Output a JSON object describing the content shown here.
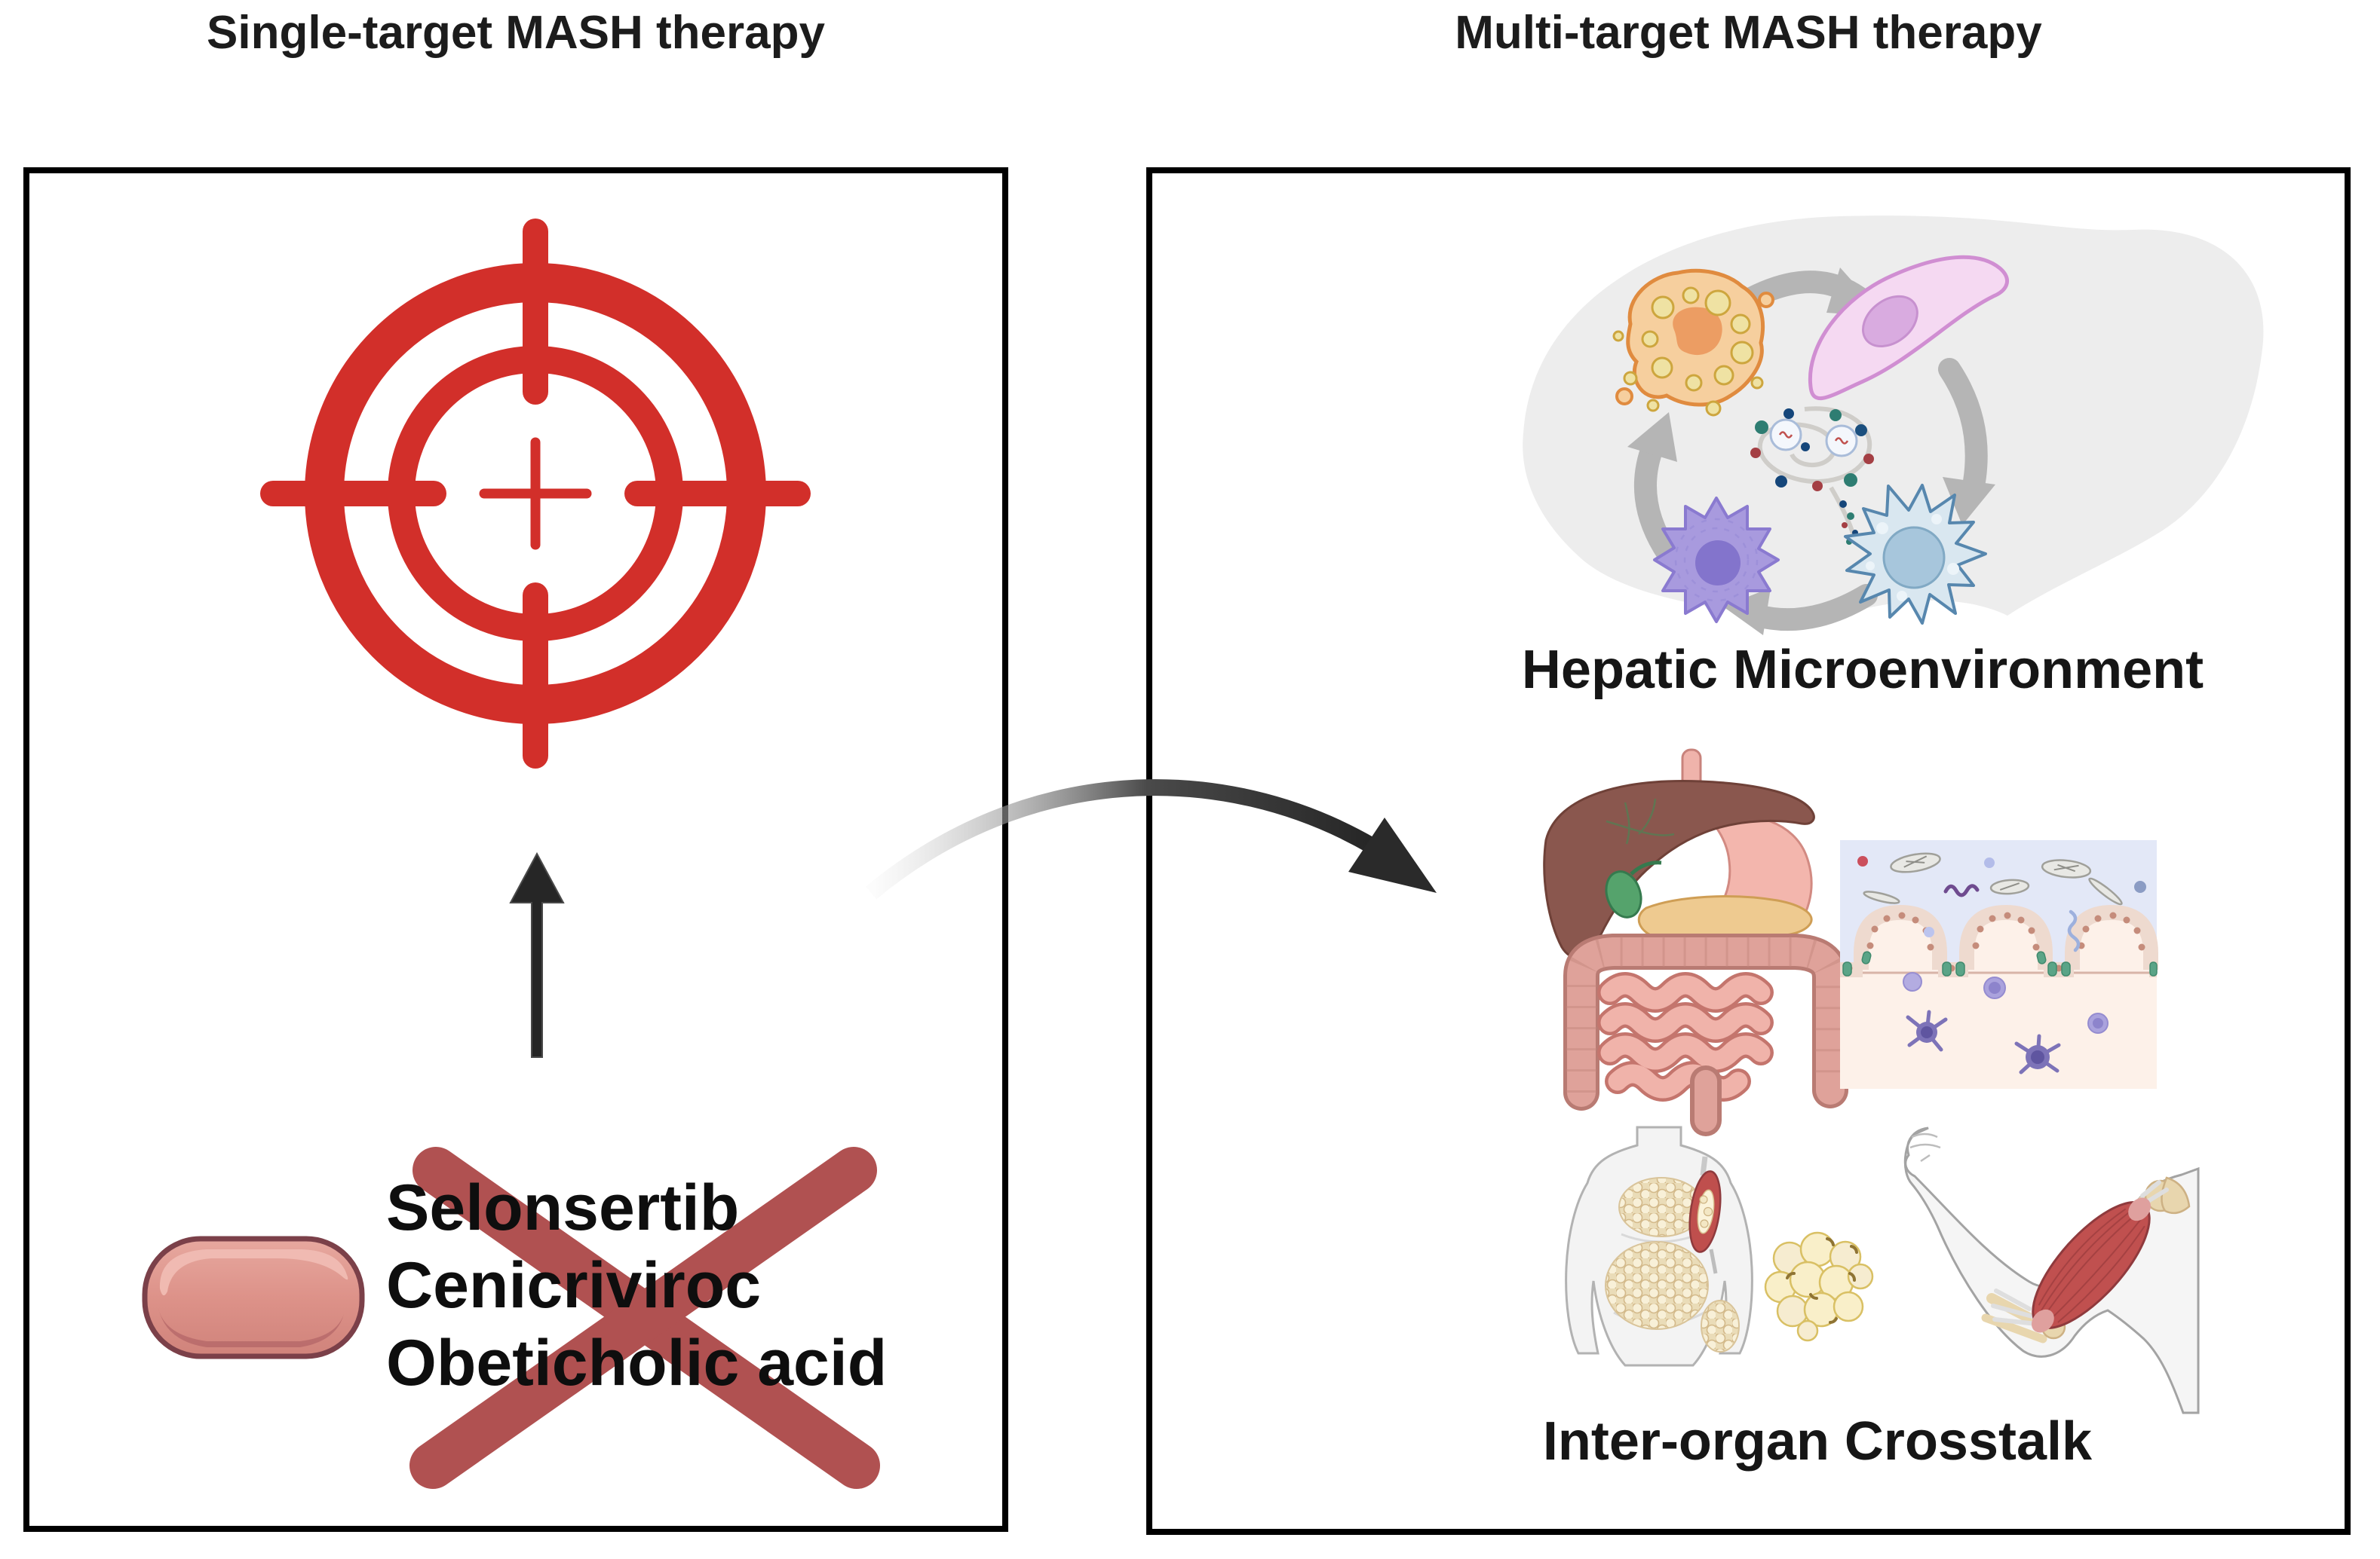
{
  "figure": {
    "left_panel": {
      "title": "Single-target MASH therapy",
      "drugs": [
        "Selonsertib",
        "Cenicriviroc",
        "Obeticholic acid"
      ]
    },
    "right_panel": {
      "title": "Multi-target MASH therapy",
      "hepatic_label": "Hepatic Microenvironment",
      "interorgan_label": "Inter-organ Crosstalk"
    }
  },
  "colors": {
    "panel_border": "#000000",
    "target_red": "#d22f2a",
    "cross_red": "#b05151",
    "arrow_dark": "#262626",
    "cycle_arrow_gray": "#b5b5b5",
    "liver_silhouette_gray": "#ededed",
    "pill_fill": "#dd9289",
    "pill_border": "#7b4049",
    "steatotic_hepatocyte_orange": "#f6cf9e",
    "stellate_cell_pink": "#f5d9f2",
    "kupffer_cell_blue": "#d9e7f0",
    "immune_cell_purple": "#a89ade",
    "gi_liver_brown": "#8a574e",
    "intestine_pink": "#f0b3aa",
    "adipocyte_cream": "#f9efc9",
    "muscle_red": "#bf4f4d",
    "gut_lumen_lavender": "#e3e8f7",
    "lamina_peach": "#fdf1e9"
  }
}
